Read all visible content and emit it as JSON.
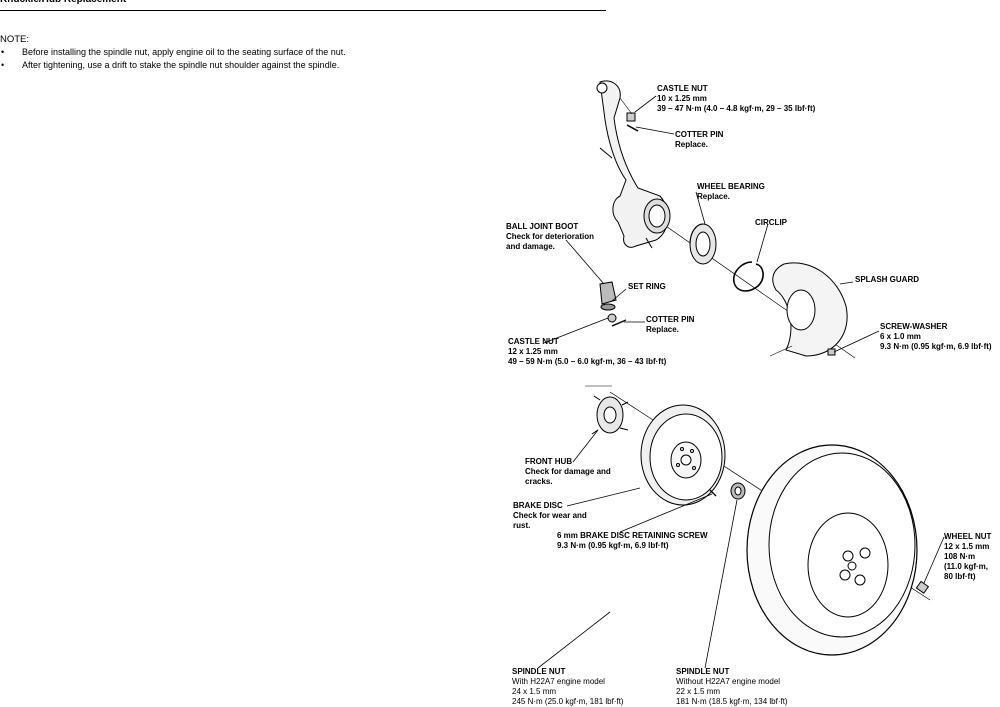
{
  "page": {
    "title": "Knuckle/Hub Replacement",
    "note_heading": "NOTE:",
    "notes": [
      "Before installing the spindle nut, apply engine oil to the seating surface of the nut.",
      "After tightening, use a drift to stake the spindle nut shoulder against the spindle."
    ],
    "bullet": "•"
  },
  "labels": {
    "castle_nut_top": {
      "name": "CASTLE NUT",
      "l1": "10 x 1.25 mm",
      "l2": "39 – 47 N·m (4.0 – 4.8 kgf·m, 29 – 35 lbf·ft)"
    },
    "cotter_pin_top": {
      "name": "COTTER PIN",
      "l1": "Replace."
    },
    "wheel_bearing": {
      "name": "WHEEL BEARING",
      "l1": "Replace."
    },
    "circlip": {
      "name": "CIRCLIP"
    },
    "ball_joint_boot": {
      "name": "BALL JOINT BOOT",
      "l1": "Check for deterioration",
      "l2": "and damage."
    },
    "set_ring": {
      "name": "SET RING"
    },
    "splash_guard": {
      "name": "SPLASH GUARD"
    },
    "cotter_pin_bottom": {
      "name": "COTTER PIN",
      "l1": "Replace."
    },
    "screw_washer": {
      "name": "SCREW-WASHER",
      "l1": "6 x 1.0 mm",
      "l2": "9.3 N·m (0.95 kgf·m, 6.9 lbf·ft)"
    },
    "castle_nut_bottom": {
      "name": "CASTLE NUT",
      "l1": "12 x 1.25 mm",
      "l2": "49 – 59 N·m (5.0 – 6.0 kgf·m, 36 – 43 lbf·ft)"
    },
    "front_hub": {
      "name": "FRONT HUB",
      "l1": "Check for damage and",
      "l2": "cracks."
    },
    "brake_disc": {
      "name": "BRAKE DISC",
      "l1": "Check for wear and",
      "l2": "rust."
    },
    "retaining_screw": {
      "name": "6 mm BRAKE DISC RETAINING SCREW",
      "l1": "9.3 N·m (0.95 kgf·m, 6.9 lbf·ft)"
    },
    "wheel_nut": {
      "name": "WHEEL NUT",
      "l1": "12 x 1.5 mm",
      "l2": "108 N·m",
      "l3": "(11.0 kgf·m,",
      "l4": "80 lbf·ft)"
    },
    "spindle_nut_with": {
      "name": "SPINDLE NUT",
      "l1": "With H22A7 engine model",
      "l2": "24 x 1.5 mm",
      "l3": "245 N·m (25.0 kgf·m, 181 lbf·ft)"
    },
    "spindle_nut_without": {
      "name": "SPINDLE NUT",
      "l1": "Without H22A7 engine model",
      "l2": "22 x 1.5 mm",
      "l3": "181 N·m (18.5 kgf·m, 134 lbf·ft)"
    }
  }
}
